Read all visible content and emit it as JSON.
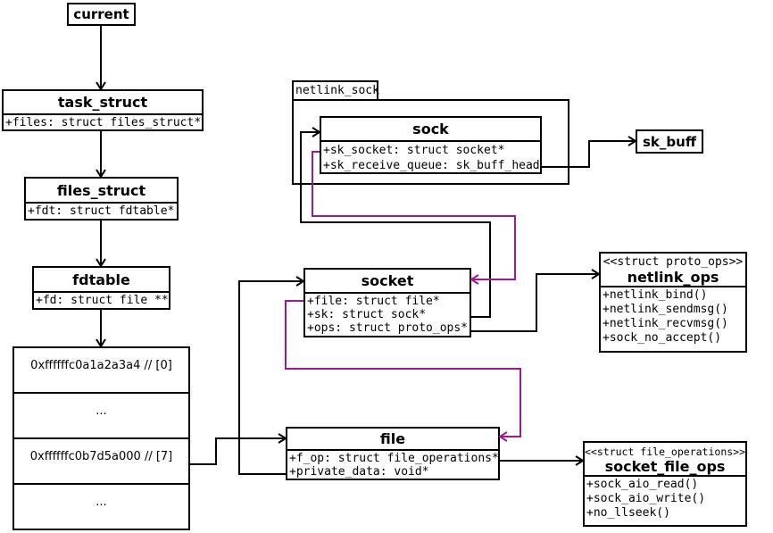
{
  "colors": {
    "connector": "#000000",
    "highlight_connector": "#a01898",
    "box_border": "#000000",
    "box_bg": "#ffffff"
  },
  "nodes": {
    "current": {
      "title": "current"
    },
    "task_struct": {
      "title": "task_struct",
      "attrs": [
        "+files: struct files_struct*"
      ]
    },
    "files_struct": {
      "title": "files_struct",
      "attrs": [
        "+fdt: struct fdtable*"
      ]
    },
    "fdtable": {
      "title": "fdtable",
      "attrs": [
        "+fd: struct file **"
      ]
    },
    "fd_array": {
      "rows": [
        "0xffffffc0a1a2a3a4 // [0]",
        "...",
        "0xffffffc0b7d5a000 // [7]",
        "..."
      ]
    },
    "netlink_sock": {
      "label": "netlink_sock"
    },
    "sock": {
      "title": "sock",
      "attrs": [
        "+sk_socket: struct socket*",
        "+sk_receive_queue: sk_buff_head"
      ]
    },
    "sk_buff": {
      "title": "sk_buff"
    },
    "socket": {
      "title": "socket",
      "attrs": [
        "+file: struct file*",
        "+sk: struct sock*",
        "+ops: struct proto_ops*"
      ]
    },
    "netlink_ops": {
      "stereotype": "<<struct proto_ops>>",
      "title": "netlink_ops",
      "methods": [
        "+netlink_bind()",
        "+netlink_sendmsg()",
        "+netlink_recvmsg()",
        "+sock_no_accept()"
      ]
    },
    "file": {
      "title": "file",
      "attrs": [
        "+f_op: struct file_operations*",
        "+private_data: void*"
      ]
    },
    "socket_file_ops": {
      "stereotype": "<<struct file_operations>>",
      "title": "socket_file_ops",
      "methods": [
        "+sock_aio_read()",
        "+sock_aio_write()",
        "+no_llseek()"
      ]
    }
  }
}
